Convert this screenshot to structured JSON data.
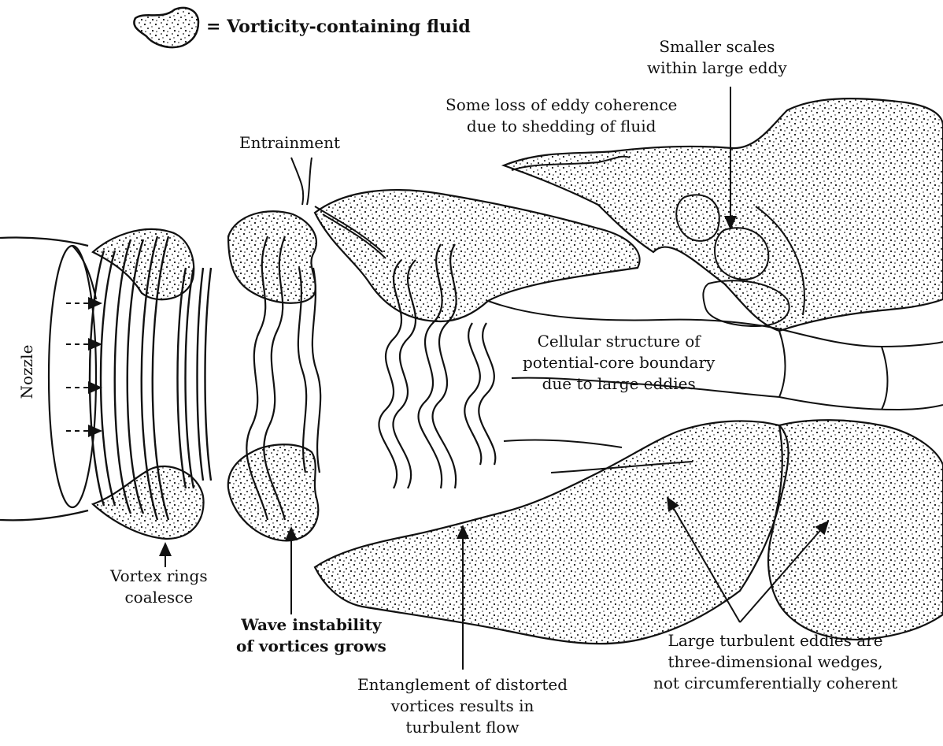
{
  "legend": {
    "text": "= Vorticity-containing fluid",
    "icon": "stippled-blob-icon"
  },
  "labels": {
    "nozzle": "Nozzle",
    "entrainment": "Entrainment",
    "smaller_scales": [
      "Smaller scales",
      "within large eddy"
    ],
    "loss_coherence": [
      "Some loss of eddy coherence",
      "due to shedding of fluid"
    ],
    "cellular_structure": [
      "Cellular structure of",
      "potential-core boundary",
      "due to large eddies"
    ],
    "vortex_rings": [
      "Vortex rings",
      "coalesce"
    ],
    "wave_instability": [
      "Wave instability",
      "of vortices grows"
    ],
    "entanglement": [
      "Entanglement of distorted",
      "vortices results in",
      "turbulent flow"
    ],
    "large_eddies": [
      "Large turbulent eddies are",
      "three-dimensional wedges,",
      "not circumferentially coherent"
    ]
  },
  "colors": {
    "ink": "#111111",
    "paper": "#ffffff"
  }
}
